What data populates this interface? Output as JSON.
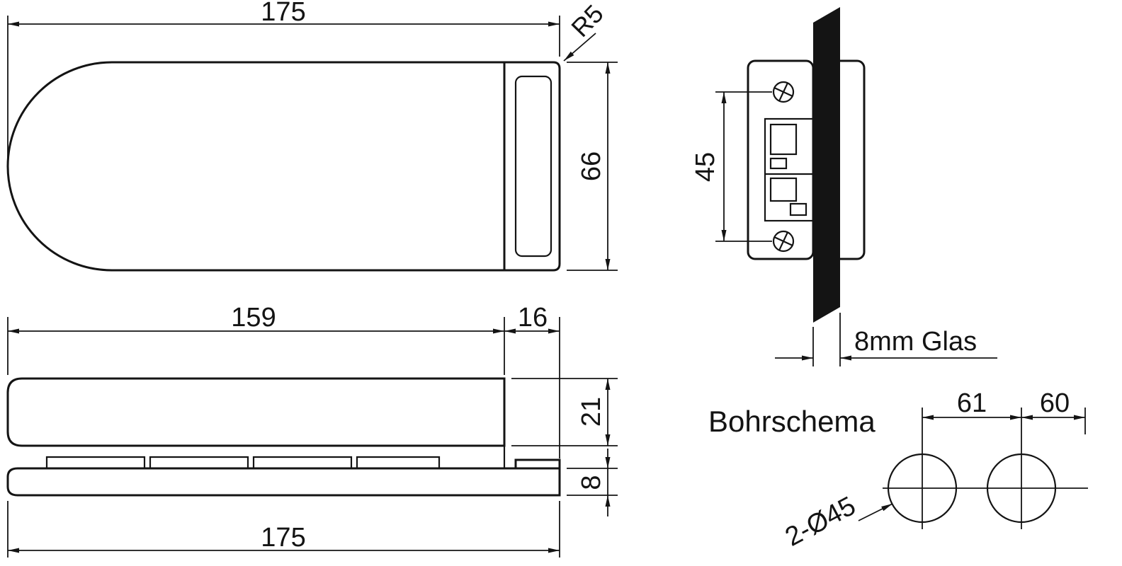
{
  "plan_view": {
    "dim_total_width": "175",
    "dim_height": "66",
    "radius_label": "R5"
  },
  "side_view": {
    "dim_body_width": "159",
    "dim_clamp_width": "16",
    "dim_body_height": "21",
    "dim_plate_thickness": "8",
    "dim_total_width": "175"
  },
  "mount_view": {
    "dim_screw_spacing": "45",
    "glass_label": "8mm Glas"
  },
  "drill_view": {
    "title": "Bohrschema",
    "dim_center_spacing": "61",
    "dim_edge_distance": "60",
    "holes_label": "2-Ø45"
  },
  "colors": {
    "line": "#141414",
    "glass_fill": "#141414",
    "background": "#ffffff"
  }
}
